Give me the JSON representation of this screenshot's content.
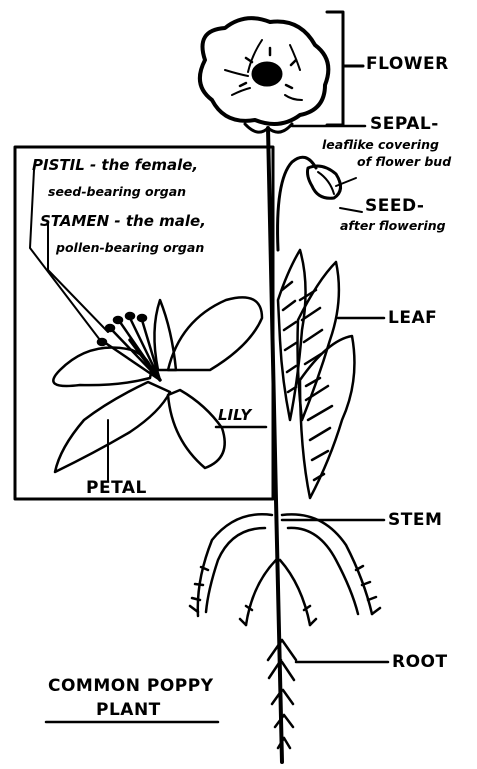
{
  "labels": {
    "flower": "FLOWER",
    "sepal": "SEPAL-",
    "sepal_desc_1": "leaflike covering",
    "sepal_desc_2": "of flower bud",
    "seed": "SEED-",
    "seed_desc": "after flowering",
    "leaf": "LEAF",
    "stem": "STEM",
    "root": "ROOT"
  },
  "lily_inset": {
    "pistil_1": "PISTIL - the female,",
    "pistil_2": "seed-bearing organ",
    "stamen_1": "STAMEN - the male,",
    "stamen_2": "pollen-bearing organ",
    "lily": "LILY",
    "petal": "PETAL"
  },
  "caption": {
    "line1": "COMMON POPPY",
    "line2": "PLANT"
  },
  "colors": {
    "ink": "#000000",
    "paper": "#ffffff"
  }
}
